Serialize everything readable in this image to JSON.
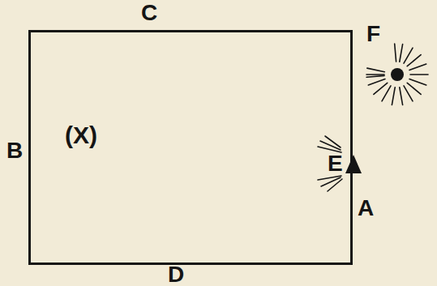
{
  "diagram": {
    "nodes": [
      {
        "text": [
          "(X)"
        ]
      }
    ],
    "labels": [
      "C",
      "B",
      "D",
      "A",
      "E",
      "F"
    ]
  }
}
